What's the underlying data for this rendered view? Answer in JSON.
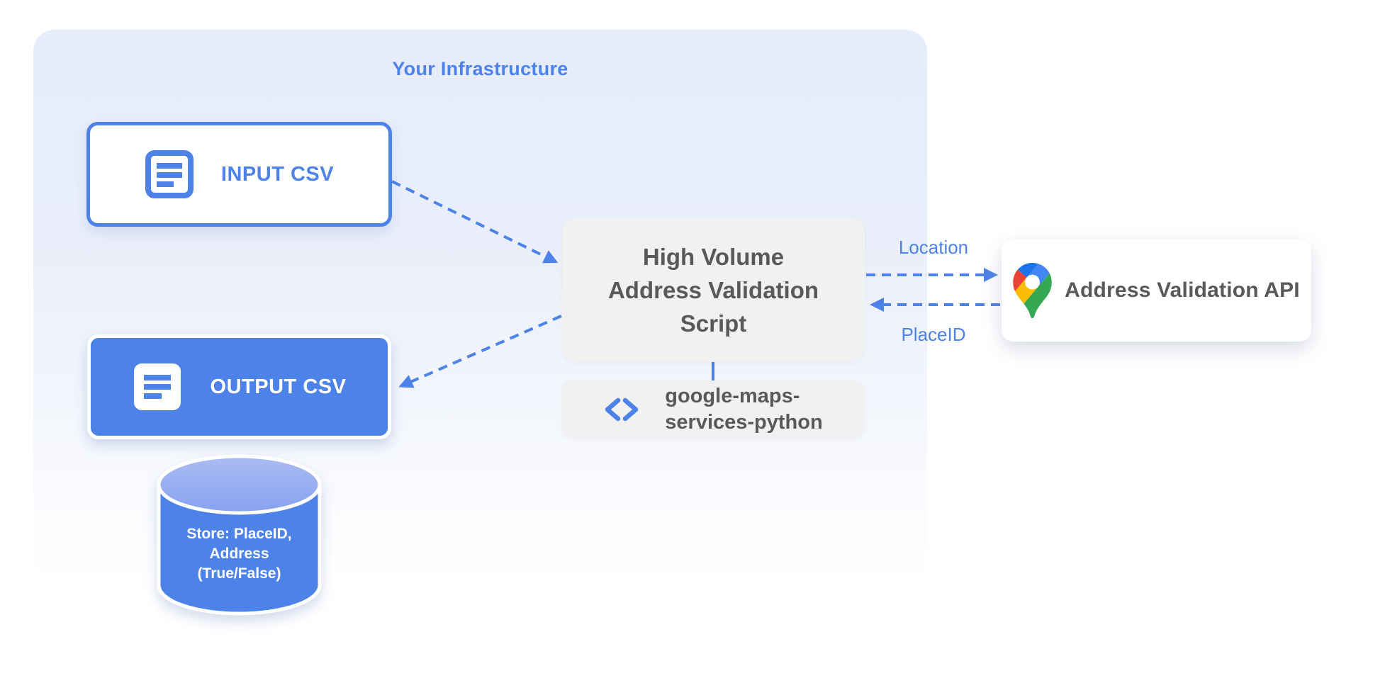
{
  "infrastructure": {
    "title": "Your Infrastructure"
  },
  "input_csv": {
    "label": "INPUT CSV"
  },
  "output_csv": {
    "label": "OUTPUT CSV"
  },
  "datastore": {
    "lines": [
      "Store: PlaceID,",
      "Address",
      "(True/False)"
    ]
  },
  "script": {
    "lines": [
      "High Volume",
      "Address Validation",
      "Script"
    ]
  },
  "library": {
    "lines": [
      "google-maps-",
      "services-python"
    ]
  },
  "api": {
    "label": "Address Validation API"
  },
  "edges": {
    "location": "Location",
    "placeid": "PlaceID"
  },
  "icons": {
    "input_csv": "document-icon",
    "output_csv": "document-icon",
    "library": "code-icon",
    "api": "google-maps-pin-icon",
    "datastore": "database-cylinder-icon"
  },
  "colors": {
    "accent_blue": "#4d82e8",
    "container_background": "#e7ecf9",
    "node_gray": "#f1f1f2",
    "text_dark_gray": "#58595b",
    "maps_pin": {
      "blue_dark": "#1a73e8",
      "blue": "#4285f4",
      "red": "#ea4335",
      "yellow": "#fbbc04",
      "green": "#34a853"
    }
  }
}
